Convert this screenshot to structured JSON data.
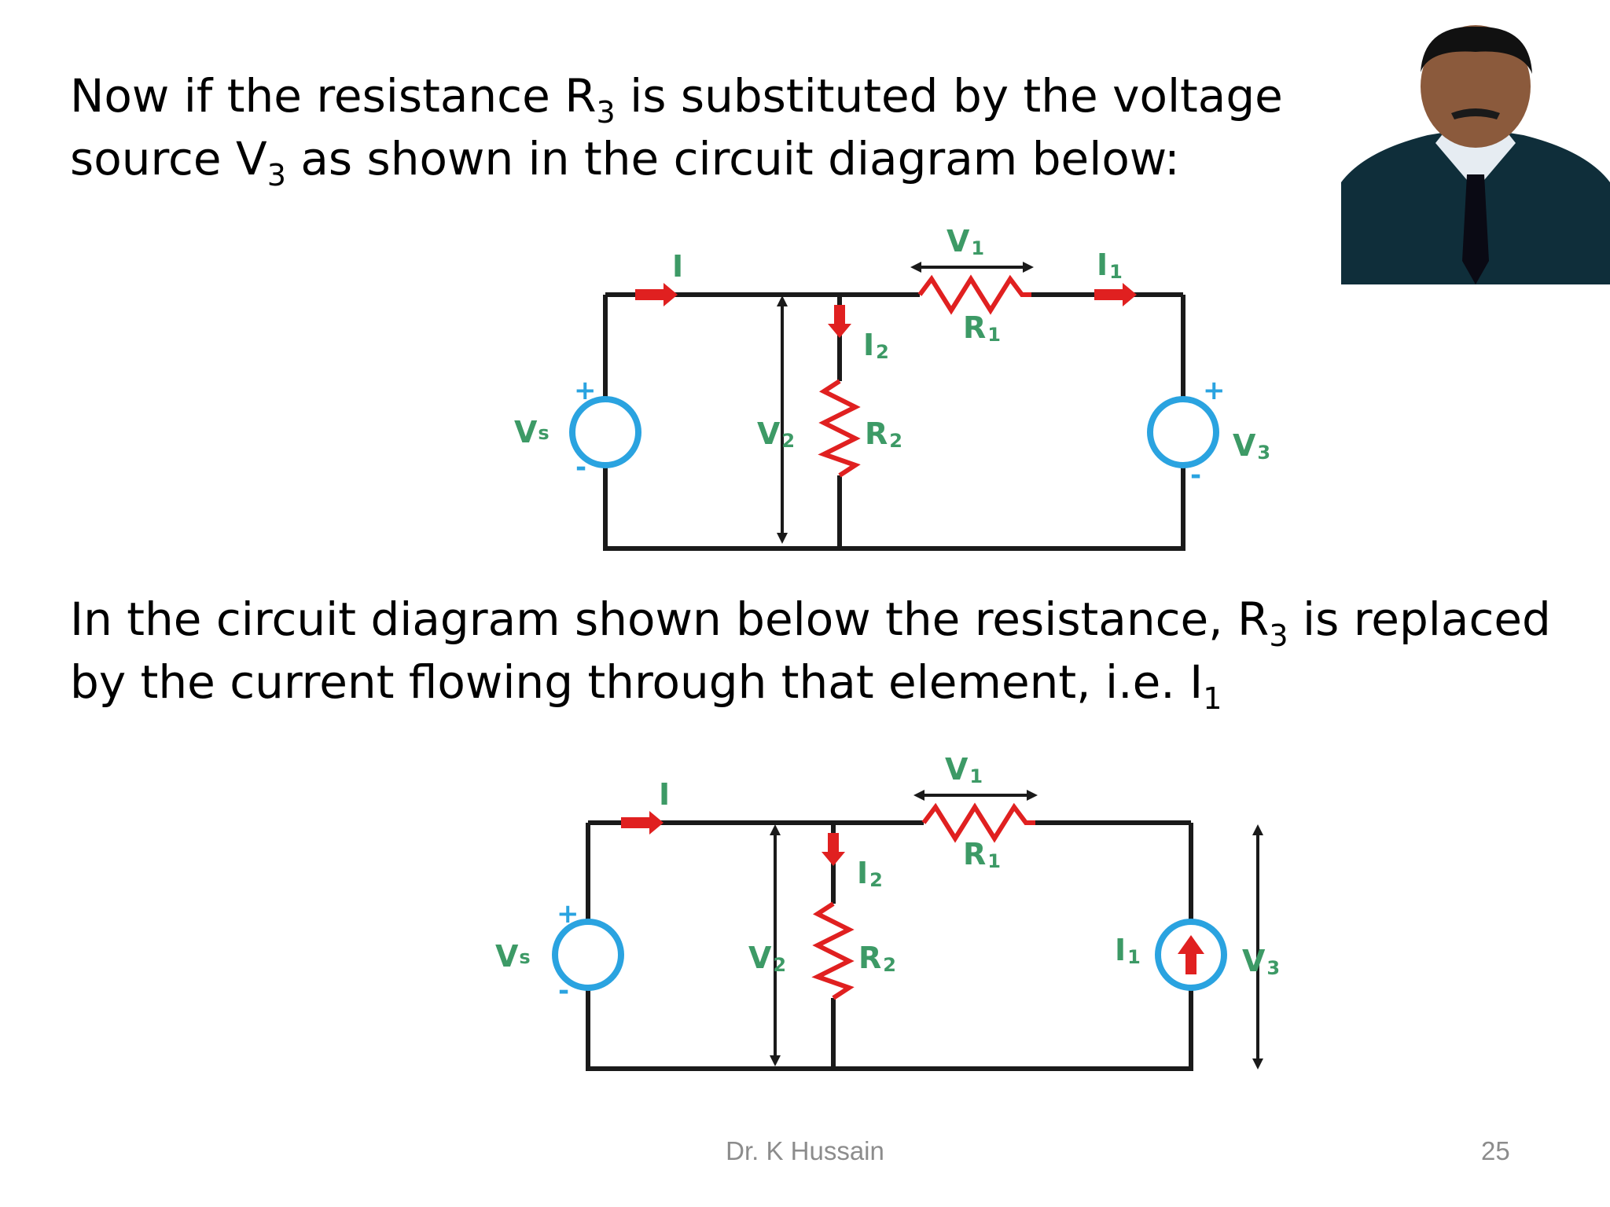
{
  "para1": {
    "a": "Now if the resistance R",
    "a_sub": "3",
    "b": " is substituted by the voltage",
    "c": "source V",
    "c_sub": "3",
    "d": " as shown in the circuit diagram below:"
  },
  "para2": {
    "a": "In the circuit diagram shown below the resistance, R",
    "a_sub": "3",
    "b": " is replaced",
    "c": "by the current flowing through that element, i.e. I",
    "c_sub": "1"
  },
  "circuit1": {
    "labels": {
      "v1": "V",
      "v1_sub": "1",
      "r1": "R",
      "r1_sub": "1",
      "i": "I",
      "i1": "I",
      "i1_sub": "1",
      "i2": "I",
      "i2_sub": "2",
      "v2": "V",
      "v2_sub": "2",
      "r2": "R",
      "r2_sub": "2",
      "vs": "V",
      "vs_sub": "s",
      "v3": "V",
      "v3_sub": "3",
      "plus": "+",
      "minus": "-"
    }
  },
  "circuit2": {
    "labels": {
      "v1": "V",
      "v1_sub": "1",
      "r1": "R",
      "r1_sub": "1",
      "i": "I",
      "i2": "I",
      "i2_sub": "2",
      "v2": "V",
      "v2_sub": "2",
      "r2": "R",
      "r2_sub": "2",
      "vs": "V",
      "vs_sub": "s",
      "i1": "I",
      "i1_sub": "1",
      "v3": "V",
      "v3_sub": "3",
      "plus": "+",
      "minus": "-"
    }
  },
  "colors": {
    "wire": "#1a1a1a",
    "source": "#2aa3e0",
    "resistor": "#e02020",
    "arrow": "#e02020",
    "label": "#3d9a66"
  },
  "footer": {
    "author": "Dr. K Hussain",
    "page": "25"
  }
}
